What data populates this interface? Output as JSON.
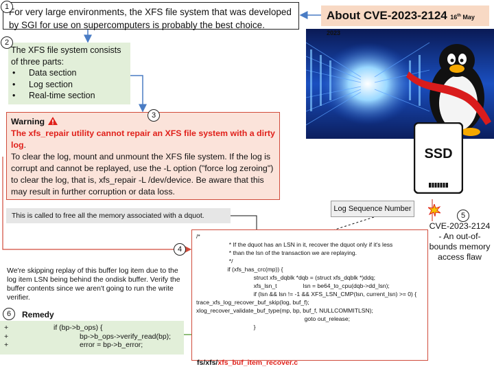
{
  "badges": [
    "1",
    "2",
    "3",
    "4",
    "5",
    "6"
  ],
  "box1": {
    "text": "For very large environments, the XFS file system that was developed by SGI for use on supercomputers is probably the best choice."
  },
  "about": {
    "title": "About CVE-2023-2124",
    "date_day": "16",
    "date_suffix": "th",
    "date_rest": "May 2023"
  },
  "box2": {
    "intro": "The XFS file system consists of three parts:",
    "items": [
      "Data section",
      "Log section",
      "Real-time section"
    ]
  },
  "warning": {
    "title": "Warning",
    "red_text": "The xfs_repair utility cannot repair an XFS file system with a dirty log",
    "red_period": ".",
    "body": "To clear the log, mount and unmount the XFS file system. If the log is corrupt and cannot be replayed, use the -L option (\"force log zeroing\") to clear the log, that is, xfs_repair -L /dev/device. Be aware that this may result in further corruption or data loss."
  },
  "note_free": "This is called to free all the memory associated with a dquot.",
  "lsn_label": "Log Sequence Number",
  "code_lines": [
    "/*",
    "                    * If the dquot has an LSN in it, recover the dquot only if it's less",
    "                    * than the lsn of the transaction we are replaying.",
    "                    */",
    "                   if (xfs_has_crc(mp)) {",
    "                                   struct xfs_dqblk *dqb = (struct xfs_dqblk *)ddq;",
    "                                   xfs_lsn_t                lsn = be64_to_cpu(dqb->dd_lsn);",
    "",
    "                                   if (lsn && lsn != -1 && XFS_LSN_CMP(lsn, current_lsn) >= 0) {",
    "trace_xfs_log_recover_buf_skip(log, buf_f);",
    "xlog_recover_validate_buf_type(mp, bp, buf_f, NULLCOMMITLSN);",
    "",
    "",
    "",
    "                                                                  goto out_release;",
    "                                   }"
  ],
  "skip_note": "We're skipping replay of this buffer log item due to the log item LSN being behind the ondisk buffer. Verify the buffer contents since we aren't going to run the write verifier.",
  "remedy": {
    "title": "Remedy",
    "lines": [
      {
        "plus": "+",
        "code": "if (bp->b_ops) {"
      },
      {
        "plus": "+",
        "code": "bp->b_ops->verify_read(bp);"
      },
      {
        "plus": "+",
        "code": "error = bp->b_error;"
      }
    ]
  },
  "file_path": {
    "prefix": "fs/xfs/",
    "file": "xfs_buf_item_recover.c"
  },
  "cve_label": "CVE-2023-2124 - An out-of-bounds memory access flaw",
  "ssd_label": "SSD",
  "colors": {
    "accent_red": "#e0211b",
    "green_panel": "#e2efd9",
    "warning_panel": "#fbe3da",
    "arrow_blue": "#4a7cc4"
  }
}
